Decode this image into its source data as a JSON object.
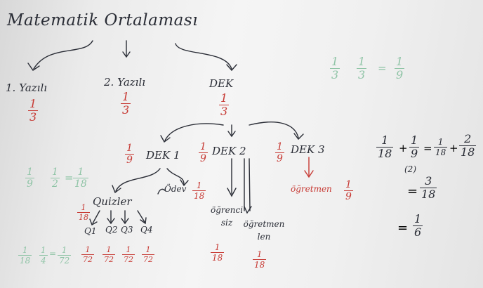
{
  "title": "Matematik Ortalaması",
  "level1": {
    "yazili1": {
      "label": "1. Yazılı",
      "num": "1",
      "den": "3"
    },
    "yazili2": {
      "label": "2. Yazılı",
      "num": "1",
      "den": "3"
    },
    "dek": {
      "label": "DEK",
      "num": "1",
      "den": "3"
    }
  },
  "level2": {
    "dek1": {
      "label": "DEK 1",
      "num": "1",
      "den": "9"
    },
    "dek2": {
      "label": "DEK 2",
      "num": "1",
      "den": "9"
    },
    "dek3": {
      "label": "DEK 3",
      "num": "1",
      "den": "9"
    }
  },
  "dek1_branch": {
    "quizler": {
      "label": "Quizler",
      "num": "1",
      "den": "18"
    },
    "odev": {
      "label": "Ödev",
      "num": "1",
      "den": "18"
    },
    "quizzes": [
      {
        "label": "Q1",
        "num": "1",
        "den": "72"
      },
      {
        "label": "Q2",
        "num": "1",
        "den": "72"
      },
      {
        "label": "Q3",
        "num": "1",
        "den": "72"
      },
      {
        "label": "Q4",
        "num": "1",
        "den": "72"
      }
    ]
  },
  "dek2_branch": {
    "ogrenci": {
      "label": "öğrenci siz",
      "num": "1",
      "den": "18"
    },
    "ogretmen": {
      "label": "öğretmen len",
      "num": "1",
      "den": "18"
    }
  },
  "dek3_branch": {
    "ogretmen": {
      "label": "öğretmen",
      "num": "1",
      "den": "9"
    }
  },
  "green_top": {
    "a_num": "1",
    "a_den": "3",
    "b_num": "1",
    "b_den": "3",
    "eq": "=",
    "c_num": "1",
    "c_den": "9"
  },
  "green_mid": {
    "a_num": "1",
    "a_den": "9",
    "b_num": "1",
    "b_den": "2",
    "eq": "=",
    "c_num": "1",
    "c_den": "18"
  },
  "green_bottom": {
    "a_num": "1",
    "a_den": "18",
    "b_num": "1",
    "b_den": "4",
    "eq": "=",
    "c_num": "1",
    "c_den": "72"
  },
  "calculation": {
    "line1": {
      "a_num": "1",
      "a_den": "18",
      "plus1": "+",
      "b_num": "1",
      "b_den": "9",
      "eq": "=",
      "c_num": "1",
      "c_den": "18",
      "plus2": "+",
      "d_num": "2",
      "d_den": "18"
    },
    "multiplier": "(2)",
    "line2": {
      "eq": "=",
      "num": "3",
      "den": "18"
    },
    "line3": {
      "eq": "=",
      "num": "1",
      "den": "6"
    }
  },
  "colors": {
    "ink": "#2a2d36",
    "red": "#c73a34",
    "green": "#8fc4a6",
    "board": "#f0f0f0"
  }
}
